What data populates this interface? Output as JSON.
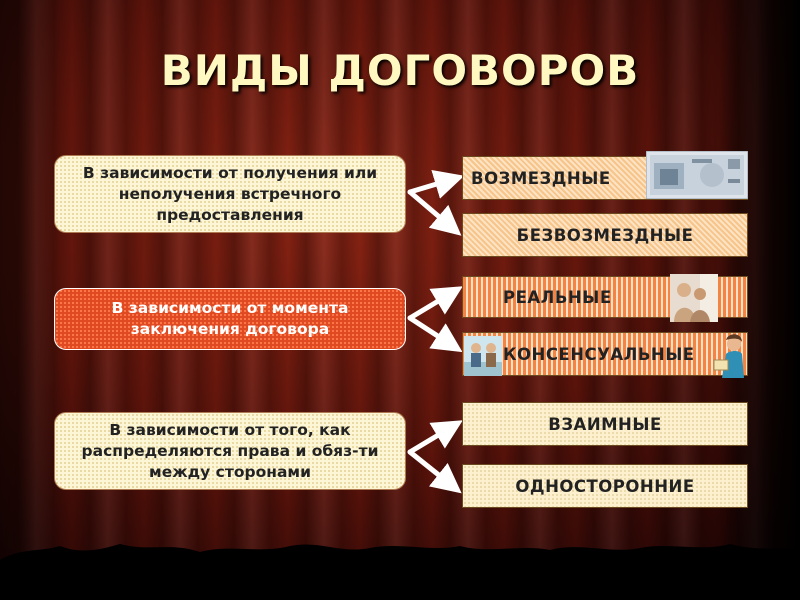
{
  "title": "ВИДЫ ДОГОВОРОВ",
  "categories": [
    {
      "text": "В зависимости от получения или\nнеполучения встречного\nпредоставления",
      "options": [
        "ВОЗМЕЗДНЫЕ",
        "БЕЗВОЗМЕЗДНЫЕ"
      ]
    },
    {
      "text": "В зависимости от момента\nзаключения договора",
      "options": [
        "РЕАЛЬНЫЕ",
        "КОНСЕНСУАЛЬНЫЕ"
      ]
    },
    {
      "text": "В зависимости от того, как\nраспределяются права и обяз-ти\nмежду сторонами",
      "options": [
        "ВЗАИМНЫЕ",
        "ОДНОСТОРОННИЕ"
      ]
    }
  ],
  "icons": {
    "banknote": "banknote-image",
    "people": "people-image",
    "meeting": "meeting-image",
    "woman": "woman-image"
  },
  "colors": {
    "title": "#fff8c0",
    "arrow": "#ffffff",
    "highlight_box": "#e04a22"
  }
}
